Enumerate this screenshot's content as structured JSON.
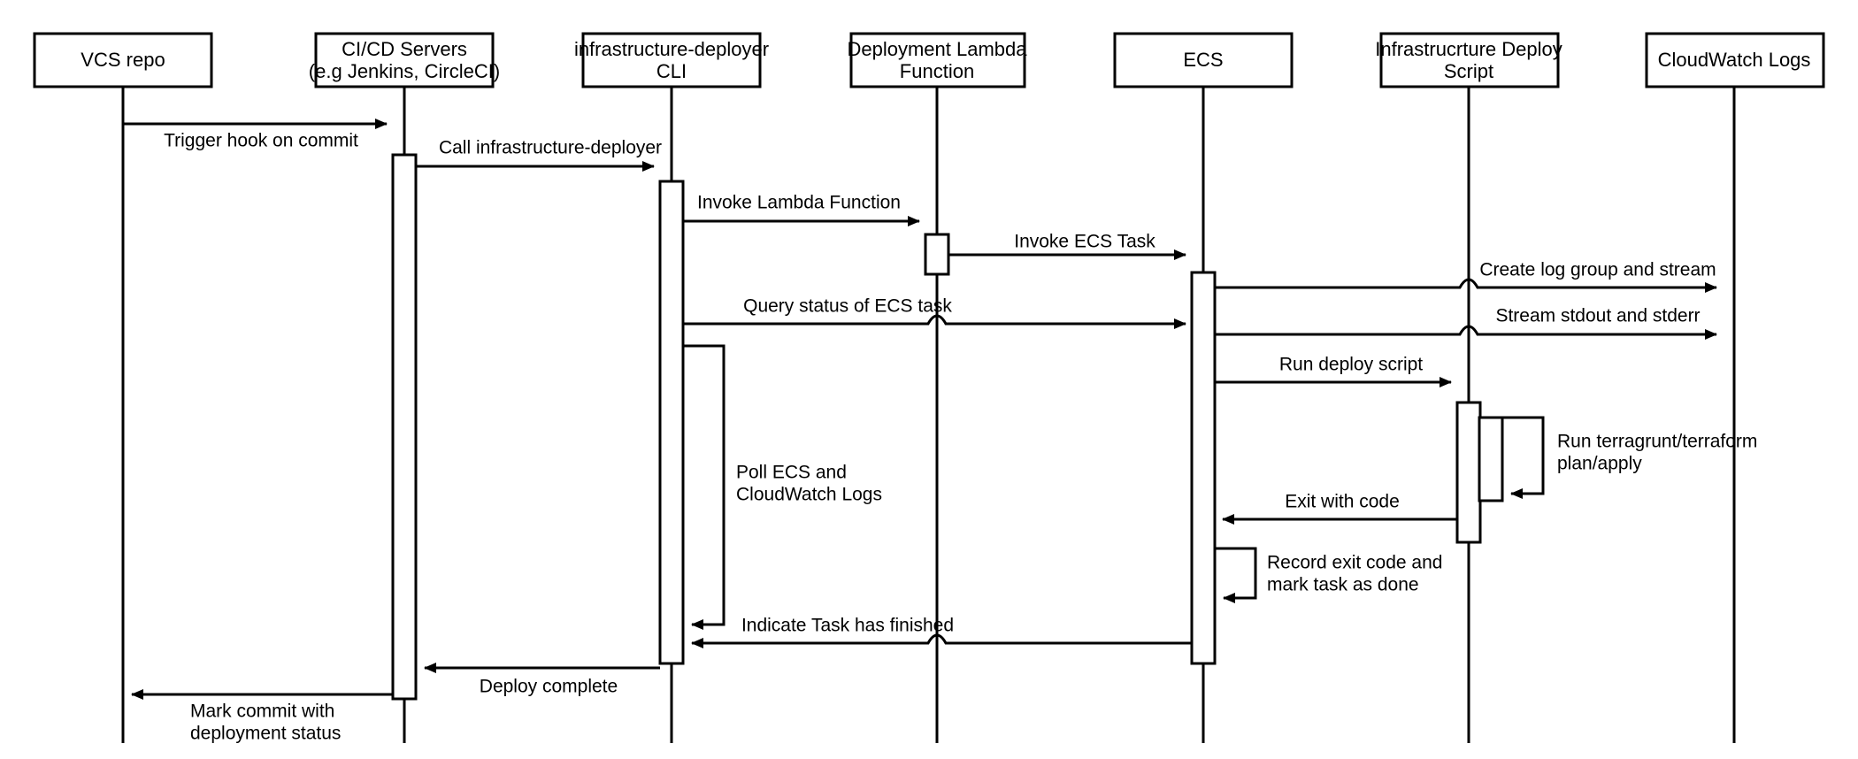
{
  "diagram": {
    "type": "uml-sequence-diagram",
    "title": "infrastructure-deployer deployment sequence",
    "background_color": "#ffffff",
    "line_color": "#000000",
    "participants": [
      {
        "id": "vcs",
        "label": "VCS repo",
        "lines": [
          "VCS repo"
        ]
      },
      {
        "id": "cicd",
        "label": "CI/CD Servers (e.g Jenkins, CircleCI)",
        "lines": [
          "CI/CD Servers",
          "(e.g Jenkins, CircleCI)"
        ]
      },
      {
        "id": "cli",
        "label": "infrastructure-deployer CLI",
        "lines": [
          "infrastructure-deployer",
          "CLI"
        ]
      },
      {
        "id": "lambda",
        "label": "Deployment Lambda Function",
        "lines": [
          "Deployment Lambda",
          "Function"
        ]
      },
      {
        "id": "ecs",
        "label": "ECS",
        "lines": [
          "ECS"
        ]
      },
      {
        "id": "script",
        "label": "Infrastrucrture Deploy Script",
        "lines": [
          "Infrastrucrture Deploy",
          "Script"
        ]
      },
      {
        "id": "cwlogs",
        "label": "CloudWatch Logs",
        "lines": [
          "CloudWatch Logs"
        ]
      }
    ],
    "messages": [
      {
        "id": "m1",
        "label": "Trigger hook on commit",
        "from": "vcs",
        "to": "cicd",
        "direction": "right",
        "kind": "call"
      },
      {
        "id": "m2",
        "label": "Call infrastructure-deployer",
        "from": "cicd",
        "to": "cli",
        "direction": "right",
        "kind": "call"
      },
      {
        "id": "m3",
        "label": "Invoke Lambda Function",
        "from": "cli",
        "to": "lambda",
        "direction": "right",
        "kind": "call"
      },
      {
        "id": "m4",
        "label": "Invoke ECS Task",
        "from": "lambda",
        "to": "ecs",
        "direction": "right",
        "kind": "call"
      },
      {
        "id": "m5",
        "label": "Create log group and stream",
        "from": "ecs",
        "to": "cwlogs",
        "direction": "right",
        "kind": "call"
      },
      {
        "id": "m6",
        "label": "Query status of ECS task",
        "from": "cli",
        "to": "ecs",
        "direction": "right",
        "kind": "call"
      },
      {
        "id": "m7",
        "label": "Stream stdout and stderr",
        "from": "ecs",
        "to": "cwlogs",
        "direction": "right",
        "kind": "call"
      },
      {
        "id": "m8",
        "label": "Run deploy script",
        "from": "ecs",
        "to": "script",
        "direction": "right",
        "kind": "call"
      },
      {
        "id": "m9",
        "label": "Run terragrunt/terraform plan/apply",
        "lines": [
          "Run terragrunt/terraform",
          "plan/apply"
        ],
        "from": "script",
        "to": "script",
        "direction": "self",
        "kind": "self-call"
      },
      {
        "id": "m10",
        "label": "Poll ECS and CloudWatch Logs",
        "lines": [
          "Poll ECS and",
          "CloudWatch Logs"
        ],
        "from": "cli",
        "to": "cli",
        "direction": "self",
        "kind": "self-call"
      },
      {
        "id": "m11",
        "label": "Exit with code",
        "from": "script",
        "to": "ecs",
        "direction": "left",
        "kind": "return"
      },
      {
        "id": "m12",
        "label": "Record exit code and mark task as done",
        "lines": [
          "Record exit code and",
          "mark task as done"
        ],
        "from": "ecs",
        "to": "ecs",
        "direction": "self",
        "kind": "self-call"
      },
      {
        "id": "m13",
        "label": "Indicate Task has finished",
        "from": "ecs",
        "to": "cli",
        "direction": "left",
        "kind": "return"
      },
      {
        "id": "m14",
        "label": "Deploy complete",
        "from": "cli",
        "to": "cicd",
        "direction": "left",
        "kind": "return"
      },
      {
        "id": "m15",
        "label": "Mark commit with deployment status",
        "lines": [
          "Mark commit with",
          "deployment status"
        ],
        "from": "cicd",
        "to": "vcs",
        "direction": "left",
        "kind": "return"
      }
    ]
  }
}
